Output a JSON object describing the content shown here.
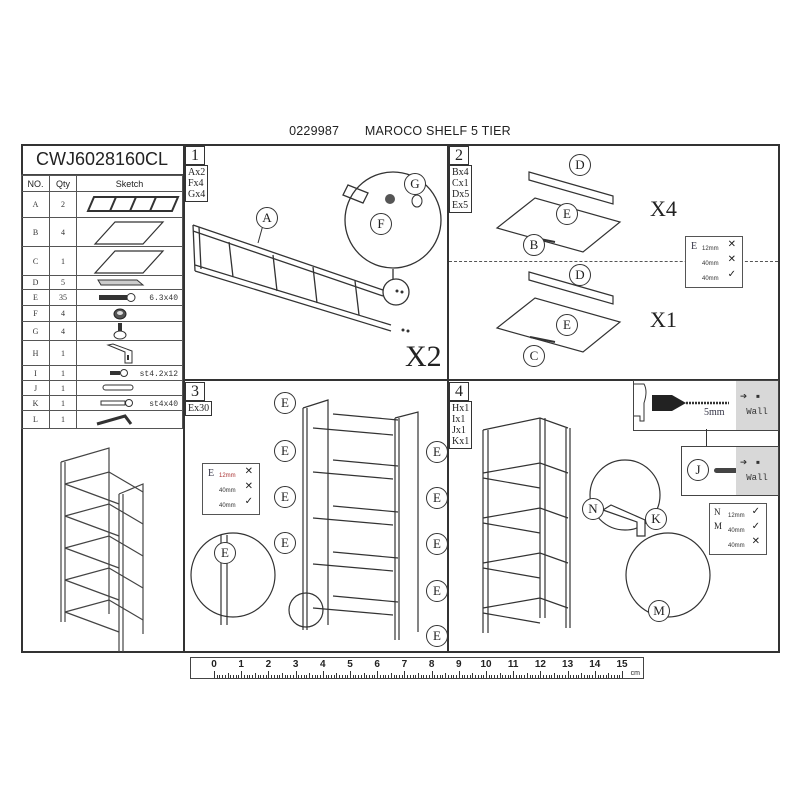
{
  "header": {
    "item_number": "0229987",
    "product_name": "MAROCO SHELF 5 TIER"
  },
  "parts_list": {
    "model_code": "CWJ6028160CL",
    "columns": [
      "NO.",
      "Qty",
      "Sketch"
    ],
    "rows": [
      {
        "no": "A",
        "qty": "2",
        "sketch": "side-frame-ladder",
        "spec": ""
      },
      {
        "no": "B",
        "qty": "4",
        "sketch": "shelf-panel",
        "spec": ""
      },
      {
        "no": "C",
        "qty": "1",
        "sketch": "shelf-panel",
        "spec": ""
      },
      {
        "no": "D",
        "qty": "5",
        "sketch": "back-rail",
        "spec": ""
      },
      {
        "no": "E",
        "qty": "35",
        "sketch": "bolt",
        "spec": "6.3x40"
      },
      {
        "no": "F",
        "qty": "4",
        "sketch": "nut-cap",
        "spec": ""
      },
      {
        "no": "G",
        "qty": "4",
        "sketch": "leveling-foot",
        "spec": ""
      },
      {
        "no": "H",
        "qty": "1",
        "sketch": "wall-bracket",
        "spec": ""
      },
      {
        "no": "I",
        "qty": "1",
        "sketch": "short-screw",
        "spec": "st4.2x12"
      },
      {
        "no": "J",
        "qty": "1",
        "sketch": "wall-plug",
        "spec": ""
      },
      {
        "no": "K",
        "qty": "1",
        "sketch": "long-screw",
        "spec": "st4x40"
      },
      {
        "no": "L",
        "qty": "1",
        "sketch": "allen-key",
        "spec": ""
      }
    ],
    "overview_image": "assembled-5-tier-shelf"
  },
  "steps": [
    {
      "number": "1",
      "parts": [
        "Ax2",
        "Fx4",
        "Gx4"
      ],
      "multiplier": "X2",
      "callouts": [
        "A",
        "F",
        "G"
      ]
    },
    {
      "number": "2",
      "parts": [
        "Bx4",
        "Cx1",
        "Dx5",
        "Ex5"
      ],
      "sub_multipliers": [
        "X4",
        "X1"
      ],
      "callouts_top": [
        "D",
        "E",
        "B"
      ],
      "callouts_bottom": [
        "D",
        "E",
        "C"
      ],
      "legend": {
        "label": "E",
        "rows": [
          {
            "size": "12mm",
            "mark": "✕"
          },
          {
            "size": "40mm",
            "mark": "✕"
          },
          {
            "size": "40mm",
            "mark": "✓"
          }
        ]
      }
    },
    {
      "number": "3",
      "parts": [
        "Ex30"
      ],
      "callout_label": "E",
      "legend": {
        "label": "E",
        "rows": [
          {
            "size": "12mm",
            "mark": "✕"
          },
          {
            "size": "40mm",
            "mark": "✕"
          },
          {
            "size": "40mm",
            "mark": "✓"
          }
        ]
      }
    },
    {
      "number": "4",
      "parts": [
        "Hx1",
        "Ix1",
        "Jx1",
        "Kx1"
      ],
      "drill_size": "5mm",
      "wall_label": "Wall",
      "callouts": [
        "J",
        "N",
        "K",
        "M"
      ],
      "legend": {
        "rows": [
          {
            "prefix": "N",
            "size": "12mm",
            "mark": "✓"
          },
          {
            "prefix": "M",
            "size": "40mm",
            "mark": "✓"
          },
          {
            "prefix": "",
            "size": "40mm",
            "mark": "✕"
          }
        ]
      }
    }
  ],
  "ruler": {
    "labels": [
      "0",
      "1",
      "2",
      "3",
      "4",
      "5",
      "6",
      "7",
      "8",
      "9",
      "10",
      "11",
      "12",
      "13",
      "14",
      "15"
    ],
    "unit": "cm"
  }
}
